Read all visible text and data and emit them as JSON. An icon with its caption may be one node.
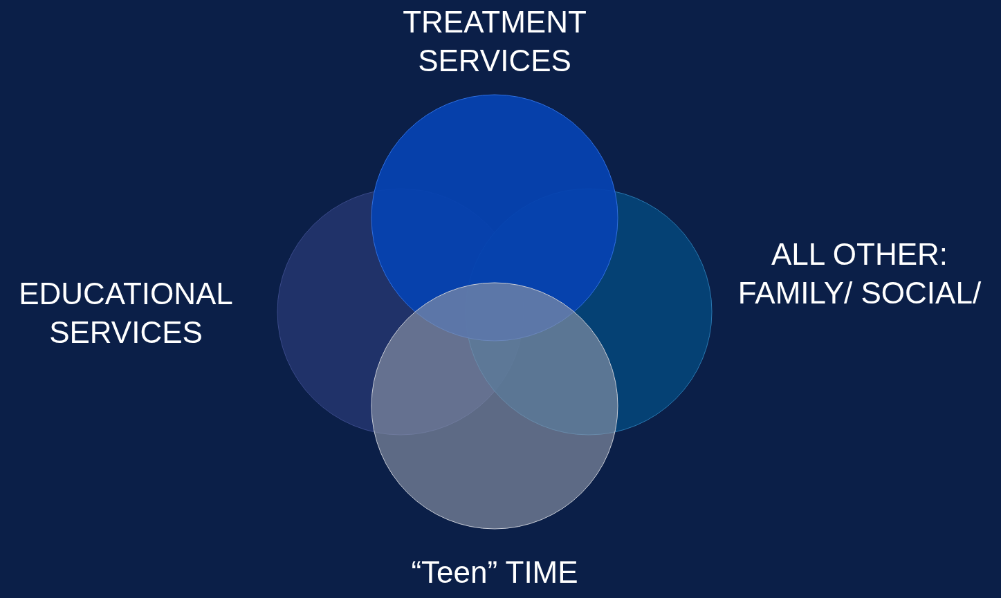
{
  "diagram": {
    "nodes": [
      {
        "text": [
          "TREATMENT SERVICES"
        ]
      },
      {
        "text": [
          "EDUCATIONAL SERVICES"
        ]
      },
      {
        "text": [
          "ALL OTHER: FAMILY/ SOCIAL/"
        ]
      },
      {
        "text": [
          "“Teen” TIME"
        ]
      }
    ]
  }
}
